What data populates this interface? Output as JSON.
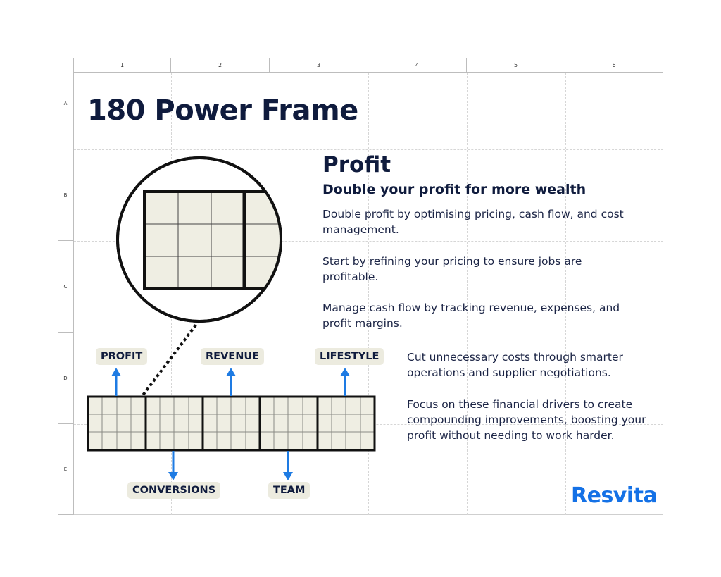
{
  "grid": {
    "columns": [
      "1",
      "2",
      "3",
      "4",
      "5",
      "6"
    ],
    "rows": [
      "A",
      "B",
      "C",
      "D",
      "E"
    ]
  },
  "title": "180 Power Frame",
  "section": {
    "heading": "Profit",
    "subheading": "Double your profit for more wealth",
    "paragraphs": [
      "Double profit by optimising pricing, cash flow, and cost management.",
      "Start by refining your pricing to ensure jobs are profitable.",
      "Manage cash flow by tracking revenue, expenses, and profit margins.",
      "Cut unnecessary costs through smarter operations and supplier negotiations.",
      "Focus on these financial drivers to create compounding improvements, boosting your profit without needing to work harder."
    ]
  },
  "diagram": {
    "labels_top": [
      "PROFIT",
      "REVENUE",
      "LIFESTYLE"
    ],
    "labels_bottom": [
      "CONVERSIONS",
      "TEAM"
    ],
    "block_fill": "#efeee3",
    "arrow_color": "#1e7be3"
  },
  "brand": {
    "logo_text": "Resvita",
    "logo_color": "#1471e6"
  }
}
